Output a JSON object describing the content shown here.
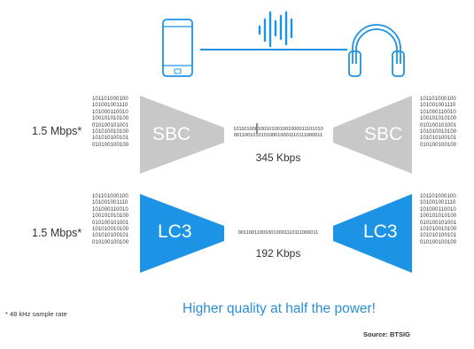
{
  "colors": {
    "accent": "#1d93e5",
    "codec_gray": "#c8c8c8",
    "text": "#333333"
  },
  "icons": {
    "top_left": "smartphone-icon",
    "top_center": "audio-waveform-icon",
    "top_right": "headphones-icon"
  },
  "bit_block_top_left": "101101000100\n101001001110\n101000110010\n100101010100\n010100101001\n101010010100\n101010100101\n010100100100",
  "bit_block_top_right": "101101000100\n101001001110\n101000110010\n100101010100\n010100101001\n101010010100\n101010100101\n010100100100",
  "bit_block_bottom_left": "101101000100\n101001001110\n101000110010\n100101010100\n010100101001\n101010010100\n101010100101\n010100100100",
  "bit_block_bottom_right": "101101000100\n101001001110\n101000110010\n100101010100\n010100101001\n101010010100\n101010100101\n010100100100",
  "sbc_row": {
    "input_rate": "1.5 Mbps*",
    "encoder_label": "SBC",
    "decoder_label": "SBC",
    "stream_bits": "101101000100101001001000011101010\n001100101010100010001110111000011",
    "output_rate": "345 Kbps"
  },
  "lc3_row": {
    "input_rate": "1.5 Mbps*",
    "encoder_label": "LC3",
    "decoder_label": "LC3",
    "stream_bits": "001100110010010001110111000011",
    "output_rate": "192 Kbps"
  },
  "headline": "Higher quality at half the power!",
  "footnote": "* 48 kHz sample rate",
  "source": "Source: BTSIG"
}
